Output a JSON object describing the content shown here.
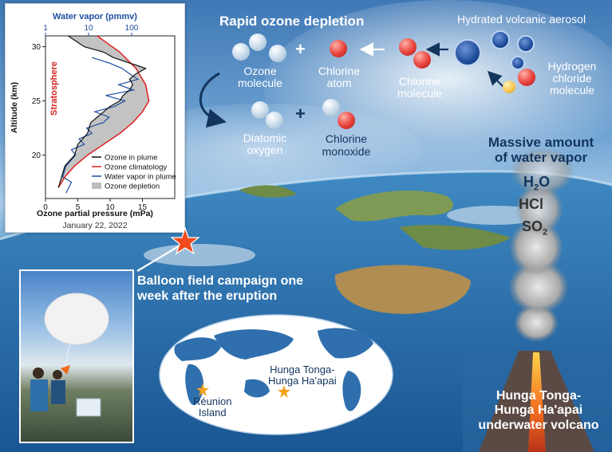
{
  "header": {
    "title": "Rapid ozone depletion",
    "massive_line1": "Massive amount",
    "massive_line2": "of water vapor"
  },
  "molecules": {
    "ozone": [
      "Ozone",
      "molecule"
    ],
    "chlorine_atom": [
      "Chlorine",
      "atom"
    ],
    "chlorine_molecule": [
      "Chlorine",
      "molecule"
    ],
    "hydrated_aerosol": "Hydrated volcanic aerosol",
    "hcl": [
      "Hydrogen",
      "chloride",
      "molecule"
    ],
    "diatomic_oxygen": [
      "Diatomic",
      "oxygen"
    ],
    "chlorine_monoxide": [
      "Chlorine",
      "monoxide"
    ],
    "plus": "+"
  },
  "gases": {
    "h2o_main": "H",
    "h2o_sub": "2",
    "h2o_end": "O",
    "hcl": "HCl",
    "so2_main": "SO",
    "so2_sub": "2"
  },
  "balloon": {
    "line1": "Balloon field campaign one",
    "line2": "week after the eruption"
  },
  "map_labels": {
    "hunga_line1": "Hunga Tonga-",
    "hunga_line2": "Hunga Ha'apai",
    "reunion_line1": "Réunion",
    "reunion_line2": "Island"
  },
  "volcano": {
    "line1": "Hunga Tonga-",
    "line2": "Hunga Ha'apai",
    "line3": "underwater volcano"
  },
  "colors": {
    "ozone_plume": "#111111",
    "ozone_climatology": "#e02020",
    "water_vapor": "#1f4fa0",
    "depletion_fill": "#bdbdbd",
    "star": "#f04a1d",
    "map_star": "#f2a21c"
  },
  "chart_data": {
    "type": "line",
    "date": "January 22, 2022",
    "xlabel": "Ozone partial pressure (mPa)",
    "x2label": "Water vapor (pmmv)",
    "ylabel": "Altitude (km)",
    "region_label": "Stratosphere",
    "xlim": [
      0,
      20
    ],
    "xticks": [
      0,
      5,
      10,
      15
    ],
    "x2scale": "log",
    "x2lim": [
      1,
      1000
    ],
    "x2ticks": [
      1,
      10,
      100
    ],
    "ylim": [
      16,
      31
    ],
    "yticks": [
      20,
      25,
      30
    ],
    "legend_position": "bottom-right",
    "series": [
      {
        "name": "Ozone in plume",
        "axis": "bottom",
        "x": [
          2.0,
          2.5,
          3.0,
          4.5,
          5.0,
          6.5,
          7.0,
          9.0,
          10.0,
          11.5,
          12.0,
          13.0,
          13.5,
          13.0,
          14.0,
          15.5,
          13.0,
          10.5,
          9.0,
          6.0,
          3.5
        ],
        "y": [
          17.0,
          18.0,
          19.0,
          20.0,
          21.0,
          22.0,
          23.0,
          24.0,
          24.5,
          25.0,
          25.5,
          26.0,
          26.5,
          27.0,
          27.5,
          28.0,
          28.5,
          29.0,
          29.5,
          30.0,
          31.0
        ]
      },
      {
        "name": "Ozone climatology",
        "axis": "bottom",
        "x": [
          2.0,
          3.0,
          4.5,
          6.5,
          9.0,
          11.5,
          13.5,
          15.0,
          16.0,
          15.5,
          14.0,
          11.5,
          8.0
        ],
        "y": [
          17.0,
          18.0,
          19.0,
          20.0,
          21.0,
          22.0,
          23.0,
          24.0,
          25.0,
          26.5,
          28.0,
          29.5,
          31.0
        ]
      },
      {
        "name": "Water vapor in plume",
        "axis": "top",
        "x": [
          3,
          4,
          2.5,
          3,
          5,
          4,
          8,
          6,
          12,
          9,
          22,
          30,
          14,
          40,
          70,
          25,
          110,
          50,
          140,
          90,
          60,
          30,
          12
        ],
        "y": [
          16.5,
          17.5,
          18.0,
          19.0,
          20.0,
          20.5,
          21.0,
          21.5,
          22.0,
          22.5,
          23.0,
          23.5,
          24.0,
          24.5,
          25.0,
          25.5,
          26.0,
          26.5,
          27.0,
          27.5,
          28.0,
          28.5,
          29.0
        ]
      },
      {
        "name": "Ozone depletion",
        "axis": "bottom",
        "fill": true
      }
    ]
  }
}
